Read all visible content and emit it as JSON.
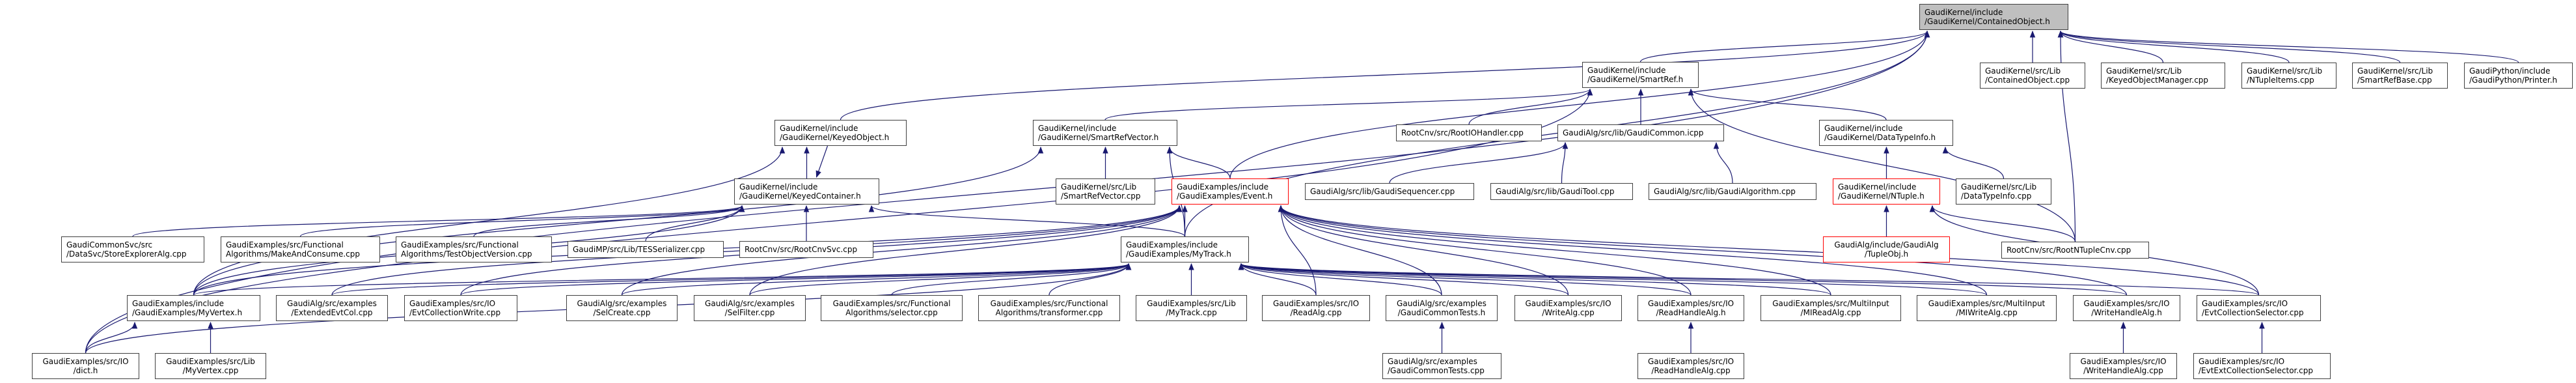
{
  "colors": {
    "edge": "#191970",
    "root_fill": "#bfbfbf",
    "truncated_border": "#ff0000",
    "node_border": "#404040"
  },
  "nodes": [
    {
      "id": "containedobject_h",
      "lines": [
        "GaudiKernel/include",
        "/GaudiKernel/ContainedObject.h"
      ],
      "kind": "root"
    },
    {
      "id": "smartref_h",
      "lines": [
        "GaudiKernel/include",
        "/GaudiKernel/SmartRef.h"
      ]
    },
    {
      "id": "containedobject_cpp",
      "lines": [
        "GaudiKernel/src/Lib",
        "/ContainedObject.cpp"
      ]
    },
    {
      "id": "keyedobjectmanager_cpp",
      "lines": [
        "GaudiKernel/src/Lib",
        "/KeyedObjectManager.cpp"
      ]
    },
    {
      "id": "ntupleitems_cpp",
      "lines": [
        "GaudiKernel/src/Lib",
        "/NTupleItems.cpp"
      ]
    },
    {
      "id": "smartrefbase_cpp",
      "lines": [
        "GaudiKernel/src/Lib",
        "/SmartRefBase.cpp"
      ]
    },
    {
      "id": "printer_h",
      "lines": [
        "GaudiPython/include",
        "/GaudiPython/Printer.h"
      ]
    },
    {
      "id": "keyedobject_h",
      "lines": [
        "GaudiKernel/include",
        "/GaudiKernel/KeyedObject.h"
      ]
    },
    {
      "id": "smartrefvector_h",
      "lines": [
        "GaudiKernel/include",
        "/GaudiKernel/SmartRefVector.h"
      ]
    },
    {
      "id": "rootiohandler_cpp",
      "lines": [
        "RootCnv/src/RootIOHandler.cpp"
      ]
    },
    {
      "id": "gaudicommon_icpp",
      "lines": [
        "GaudiAlg/src/lib/GaudiCommon.icpp"
      ]
    },
    {
      "id": "datatypeinfo_h",
      "lines": [
        "GaudiKernel/include",
        "/GaudiKernel/DataTypeInfo.h"
      ]
    },
    {
      "id": "keyedcontainer_h",
      "lines": [
        "GaudiKernel/include",
        "/GaudiKernel/KeyedContainer.h"
      ]
    },
    {
      "id": "smartrefvector_cpp",
      "lines": [
        "GaudiKernel/src/Lib",
        "/SmartRefVector.cpp"
      ]
    },
    {
      "id": "event_h",
      "lines": [
        "GaudiExamples/include",
        "/GaudiExamples/Event.h"
      ],
      "kind": "trunc"
    },
    {
      "id": "gaudisequencer_cpp",
      "lines": [
        "GaudiAlg/src/lib/GaudiSequencer.cpp"
      ]
    },
    {
      "id": "gauditool_cpp",
      "lines": [
        "GaudiAlg/src/lib/GaudiTool.cpp"
      ]
    },
    {
      "id": "gaudialgorithm_cpp",
      "lines": [
        "GaudiAlg/src/lib/GaudiAlgorithm.cpp"
      ]
    },
    {
      "id": "ntuple_h",
      "lines": [
        "GaudiKernel/include",
        "/GaudiKernel/NTuple.h"
      ],
      "kind": "trunc"
    },
    {
      "id": "datatypeinfo_cpp",
      "lines": [
        "GaudiKernel/src/Lib",
        "/DataTypeInfo.cpp"
      ]
    },
    {
      "id": "storeexploreralg_cpp",
      "lines": [
        "GaudiCommonSvc/src",
        "/DataSvc/StoreExplorerAlg.cpp"
      ]
    },
    {
      "id": "makeandconsume_cpp",
      "lines": [
        "GaudiExamples/src/Functional",
        "Algorithms/MakeAndConsume.cpp"
      ]
    },
    {
      "id": "testobjectversion_cpp",
      "lines": [
        "GaudiExamples/src/Functional",
        "Algorithms/TestObjectVersion.cpp"
      ]
    },
    {
      "id": "tesserializer_cpp",
      "lines": [
        "GaudiMP/src/Lib/TESSerializer.cpp"
      ]
    },
    {
      "id": "rootcnvsvc_cpp",
      "lines": [
        "RootCnv/src/RootCnvSvc.cpp"
      ]
    },
    {
      "id": "mytrack_h",
      "lines": [
        "GaudiExamples/include",
        "/GaudiExamples/MyTrack.h"
      ]
    },
    {
      "id": "tupleobj_h",
      "lines": [
        "GaudiAlg/include/GaudiAlg",
        "/TupleObj.h"
      ],
      "kind": "trunc",
      "center": true
    },
    {
      "id": "rootntuplecnv_cpp",
      "lines": [
        "RootCnv/src/RootNTupleCnv.cpp"
      ]
    },
    {
      "id": "myvertex_h",
      "lines": [
        "GaudiExamples/include",
        "/GaudiExamples/MyVertex.h"
      ]
    },
    {
      "id": "extendedevtcol_cpp",
      "lines": [
        "GaudiAlg/src/examples",
        "/ExtendedEvtCol.cpp"
      ],
      "center": true
    },
    {
      "id": "evtcollectionwrite_cpp",
      "lines": [
        "GaudiExamples/src/IO",
        "/EvtCollectionWrite.cpp"
      ]
    },
    {
      "id": "selcreate_cpp",
      "lines": [
        "GaudiAlg/src/examples",
        "/SelCreate.cpp"
      ],
      "center": true
    },
    {
      "id": "selfilter_cpp",
      "lines": [
        "GaudiAlg/src/examples",
        "/SelFilter.cpp"
      ],
      "center": true
    },
    {
      "id": "selector_cpp",
      "lines": [
        "GaudiExamples/src/Functional",
        "Algorithms/selector.cpp"
      ],
      "center": true
    },
    {
      "id": "transformer_cpp",
      "lines": [
        "GaudiExamples/src/Functional",
        "Algorithms/transformer.cpp"
      ],
      "center": true
    },
    {
      "id": "mytrack_cpp",
      "lines": [
        "GaudiExamples/src/Lib",
        "/MyTrack.cpp"
      ],
      "center": true
    },
    {
      "id": "readalg_cpp",
      "lines": [
        "GaudiExamples/src/IO",
        "/ReadAlg.cpp"
      ],
      "center": true
    },
    {
      "id": "gaudicommontests_h",
      "lines": [
        "GaudiAlg/src/examples",
        "/GaudiCommonTests.h"
      ],
      "center": true
    },
    {
      "id": "writealg_cpp",
      "lines": [
        "GaudiExamples/src/IO",
        "/WriteAlg.cpp"
      ],
      "center": true
    },
    {
      "id": "readhandlealg_h",
      "lines": [
        "GaudiExamples/src/IO",
        "/ReadHandleAlg.h"
      ],
      "center": true
    },
    {
      "id": "mireadalg_cpp",
      "lines": [
        "GaudiExamples/src/MultiInput",
        "/MIReadAlg.cpp"
      ],
      "center": true
    },
    {
      "id": "miwritealg_cpp",
      "lines": [
        "GaudiExamples/src/MultiInput",
        "/MIWriteAlg.cpp"
      ],
      "center": true
    },
    {
      "id": "writehandlealg_h",
      "lines": [
        "GaudiExamples/src/IO",
        "/WriteHandleAlg.h"
      ],
      "center": true
    },
    {
      "id": "evtcollectionselector_cpp",
      "lines": [
        "GaudiExamples/src/IO",
        "/EvtCollectionSelector.cpp"
      ]
    },
    {
      "id": "dict_h",
      "lines": [
        "GaudiExamples/src/IO",
        "/dict.h"
      ],
      "center": true
    },
    {
      "id": "myvertex_cpp",
      "lines": [
        "GaudiExamples/src/Lib",
        "/MyVertex.cpp"
      ],
      "center": true
    },
    {
      "id": "gaudicommontests_cpp",
      "lines": [
        "GaudiAlg/src/examples",
        "/GaudiCommonTests.cpp"
      ]
    },
    {
      "id": "readhandlealg_cpp",
      "lines": [
        "GaudiExamples/src/IO",
        "/ReadHandleAlg.cpp"
      ],
      "center": true
    },
    {
      "id": "writehandlealg_cpp",
      "lines": [
        "GaudiExamples/src/IO",
        "/WriteHandleAlg.cpp"
      ],
      "center": true
    },
    {
      "id": "evtextcollectionselector_cpp",
      "lines": [
        "GaudiExamples/src/IO",
        "/EvtExtCollectionSelector.cpp"
      ]
    }
  ],
  "edges": [
    [
      "dict_h",
      "containedobject_h"
    ],
    [
      "keyedobject_h",
      "containedobject_h"
    ],
    [
      "smartref_h",
      "containedobject_h"
    ],
    [
      "event_h",
      "containedobject_h"
    ],
    [
      "mytrack_h",
      "containedobject_h"
    ],
    [
      "containedobject_cpp",
      "containedobject_h"
    ],
    [
      "keyedobjectmanager_cpp",
      "containedobject_h"
    ],
    [
      "ntupleitems_cpp",
      "containedobject_h"
    ],
    [
      "smartrefbase_cpp",
      "containedobject_h"
    ],
    [
      "printer_h",
      "containedobject_h"
    ],
    [
      "rootntuplecnv_cpp",
      "containedobject_h"
    ],
    [
      "smartrefvector_h",
      "smartref_h"
    ],
    [
      "rootiohandler_cpp",
      "smartref_h"
    ],
    [
      "gaudicommon_icpp",
      "smartref_h"
    ],
    [
      "datatypeinfo_h",
      "smartref_h"
    ],
    [
      "rootntuplecnv_cpp",
      "smartref_h"
    ],
    [
      "dict_h",
      "smartref_h"
    ],
    [
      "keyedcontainer_h",
      "keyedobject_h"
    ],
    [
      "myvertex_h",
      "keyedobject_h"
    ],
    [
      "keyedobject_h",
      "keyedcontainer_h"
    ],
    [
      "storeexploreralg_cpp",
      "keyedcontainer_h"
    ],
    [
      "makeandconsume_cpp",
      "keyedcontainer_h"
    ],
    [
      "testobjectversion_cpp",
      "keyedcontainer_h"
    ],
    [
      "tesserializer_cpp",
      "keyedcontainer_h"
    ],
    [
      "rootcnvsvc_cpp",
      "keyedcontainer_h"
    ],
    [
      "mytrack_h",
      "keyedcontainer_h"
    ],
    [
      "myvertex_h",
      "keyedcontainer_h"
    ],
    [
      "smartrefvector_cpp",
      "smartrefvector_h"
    ],
    [
      "event_h",
      "smartrefvector_h"
    ],
    [
      "mytrack_h",
      "smartrefvector_h"
    ],
    [
      "myvertex_h",
      "smartrefvector_h"
    ],
    [
      "gaudisequencer_cpp",
      "gaudicommon_icpp"
    ],
    [
      "gauditool_cpp",
      "gaudicommon_icpp"
    ],
    [
      "gaudialgorithm_cpp",
      "gaudicommon_icpp"
    ],
    [
      "ntuple_h",
      "datatypeinfo_h"
    ],
    [
      "datatypeinfo_cpp",
      "datatypeinfo_h"
    ],
    [
      "tupleobj_h",
      "ntuple_h"
    ],
    [
      "rootntuplecnv_cpp",
      "ntuple_h"
    ],
    [
      "evtcollectionselector_cpp",
      "ntuple_h"
    ],
    [
      "mytrack_h",
      "event_h"
    ],
    [
      "myvertex_h",
      "event_h"
    ],
    [
      "extendedevtcol_cpp",
      "event_h"
    ],
    [
      "evtcollectionwrite_cpp",
      "event_h"
    ],
    [
      "selcreate_cpp",
      "event_h"
    ],
    [
      "selfilter_cpp",
      "event_h"
    ],
    [
      "readalg_cpp",
      "event_h"
    ],
    [
      "gaudicommontests_h",
      "event_h"
    ],
    [
      "writealg_cpp",
      "event_h"
    ],
    [
      "readhandlealg_h",
      "event_h"
    ],
    [
      "mireadalg_cpp",
      "event_h"
    ],
    [
      "miwritealg_cpp",
      "event_h"
    ],
    [
      "writehandlealg_h",
      "event_h"
    ],
    [
      "evtcollectionselector_cpp",
      "event_h"
    ],
    [
      "myvertex_h",
      "mytrack_h"
    ],
    [
      "extendedevtcol_cpp",
      "mytrack_h"
    ],
    [
      "evtcollectionwrite_cpp",
      "mytrack_h"
    ],
    [
      "selcreate_cpp",
      "mytrack_h"
    ],
    [
      "selfilter_cpp",
      "mytrack_h"
    ],
    [
      "selector_cpp",
      "mytrack_h"
    ],
    [
      "transformer_cpp",
      "mytrack_h"
    ],
    [
      "mytrack_cpp",
      "mytrack_h"
    ],
    [
      "readalg_cpp",
      "mytrack_h"
    ],
    [
      "gaudicommontests_h",
      "mytrack_h"
    ],
    [
      "writealg_cpp",
      "mytrack_h"
    ],
    [
      "readhandlealg_h",
      "mytrack_h"
    ],
    [
      "mireadalg_cpp",
      "mytrack_h"
    ],
    [
      "miwritealg_cpp",
      "mytrack_h"
    ],
    [
      "writehandlealg_h",
      "mytrack_h"
    ],
    [
      "evtcollectionselector_cpp",
      "mytrack_h"
    ],
    [
      "dict_h",
      "mytrack_h"
    ],
    [
      "dict_h",
      "myvertex_h"
    ],
    [
      "myvertex_cpp",
      "myvertex_h"
    ],
    [
      "gaudicommontests_cpp",
      "gaudicommontests_h"
    ],
    [
      "readhandlealg_cpp",
      "readhandlealg_h"
    ],
    [
      "writehandlealg_cpp",
      "writehandlealg_h"
    ],
    [
      "evtextcollectionselector_cpp",
      "evtcollectionselector_cpp"
    ]
  ]
}
